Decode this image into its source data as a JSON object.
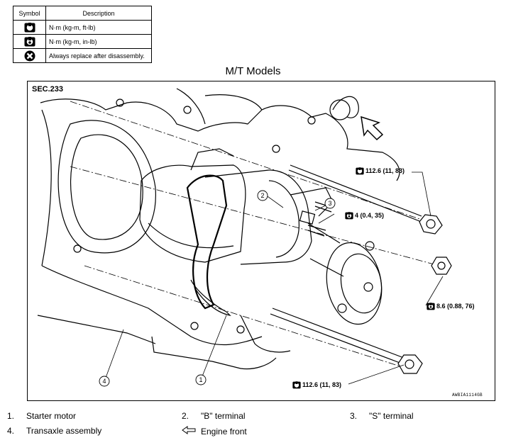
{
  "legend": {
    "header_symbol": "Symbol",
    "header_description": "Description",
    "rows": [
      {
        "icon": "torque-ftlb-icon",
        "text": "N·m (kg-m, ft-lb)"
      },
      {
        "icon": "torque-inlb-icon",
        "text": "N·m (kg-m, in-lb)"
      },
      {
        "icon": "always-replace-icon",
        "text": "Always replace after disassembly."
      }
    ]
  },
  "diagram": {
    "title": "M/T Models",
    "section": "SEC.233",
    "code": "AWBIA1114GB",
    "torques": {
      "upper_bolt": "112.6 (11, 83)",
      "b_terminal_nut": "4 (0.4, 35)",
      "nut": "8.6 (0.88, 76)",
      "lower_bolt": "112.6 (11, 83)"
    },
    "callouts": [
      "1",
      "2",
      "3",
      "4"
    ]
  },
  "parts": {
    "p1": {
      "num": "1.",
      "label": "Starter motor"
    },
    "p2": {
      "num": "2.",
      "label": "\"B\" terminal"
    },
    "p3": {
      "num": "3.",
      "label": "\"S\" terminal"
    },
    "p4": {
      "num": "4.",
      "label": "Transaxle assembly"
    },
    "engine_front": {
      "label": "Engine front"
    }
  },
  "colors": {
    "line": "#000000",
    "background": "#ffffff"
  }
}
